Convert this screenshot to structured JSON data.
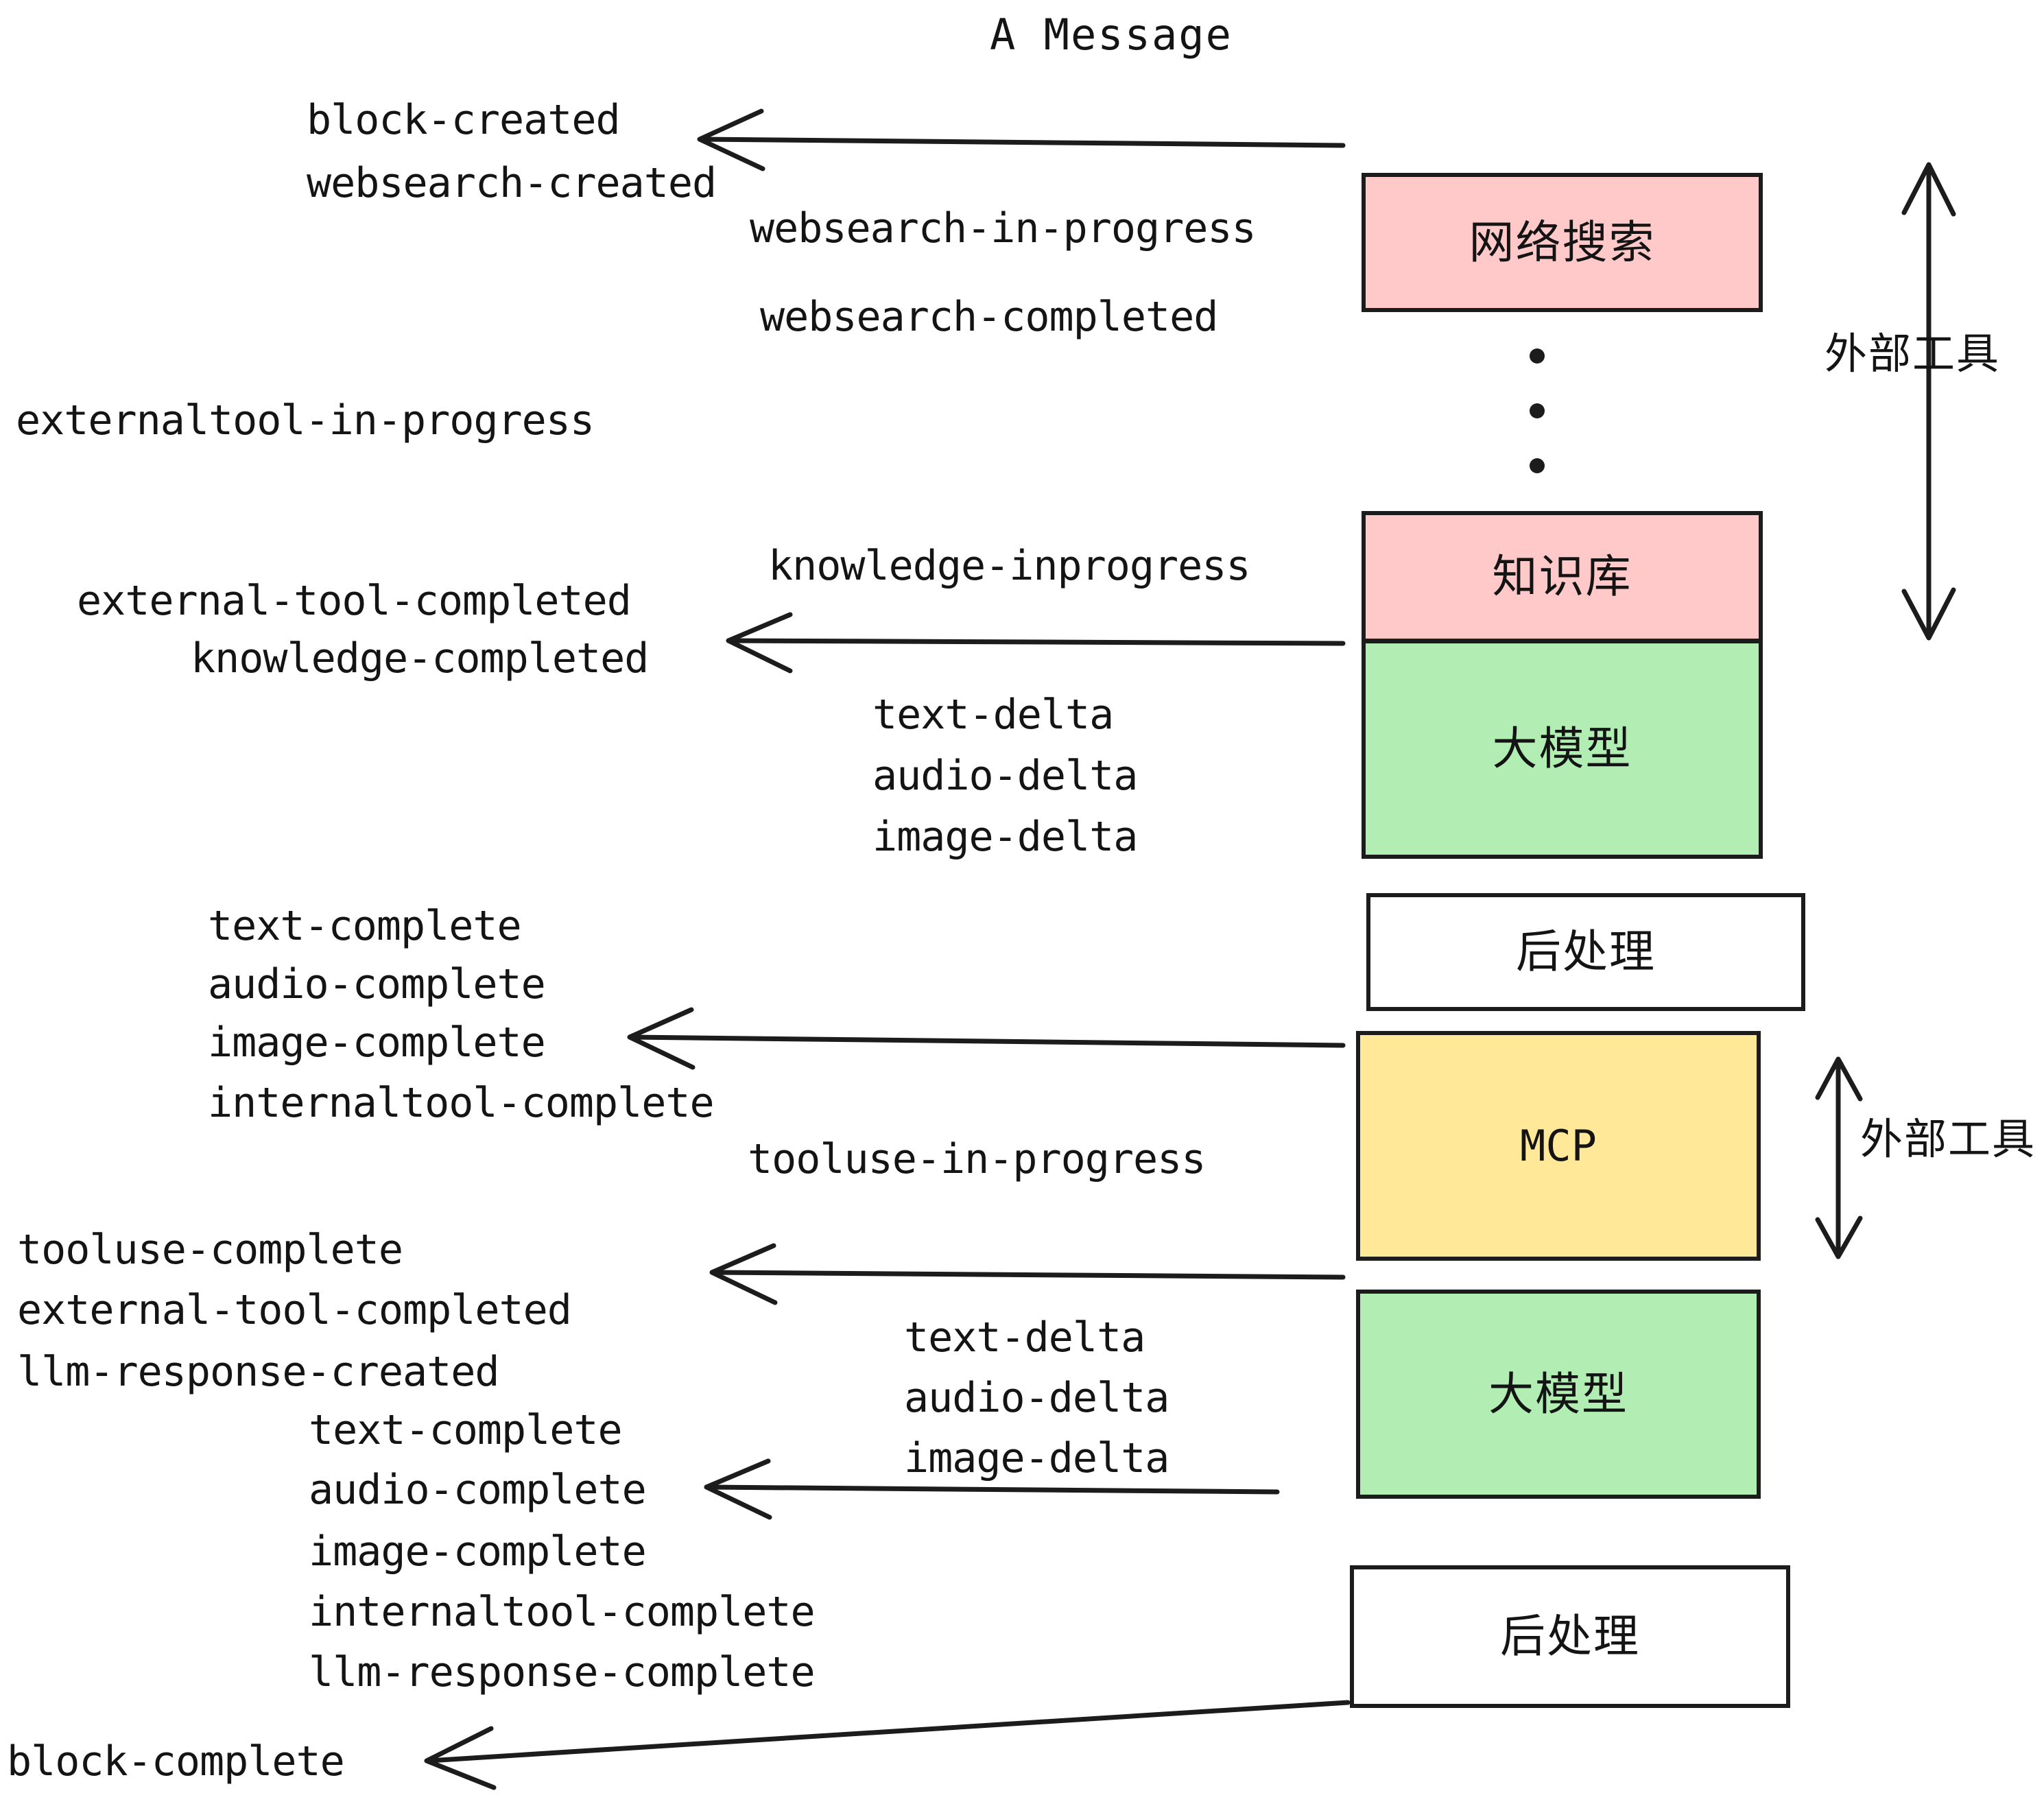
{
  "diagram": {
    "title": "A Message",
    "colors": {
      "pink": "#FFC9C9",
      "green": "#B2EEB4",
      "yellow": "#FFE998",
      "white": "#FFFFFF",
      "stroke": "#1C1C1C",
      "text": "#141414",
      "background": "#FFFFFF"
    },
    "boxes": [
      {
        "id": "websearch",
        "label": "网络搜索",
        "fill": "#FFC9C9"
      },
      {
        "id": "knowledge",
        "label": "知识库",
        "fill": "#FFC9C9"
      },
      {
        "id": "llm-1",
        "label": "大模型",
        "fill": "#B2EEB4"
      },
      {
        "id": "postprocess-1",
        "label": "后处理",
        "fill": "#FFFFFF"
      },
      {
        "id": "mcp",
        "label": "MCP",
        "fill": "#FFE998"
      },
      {
        "id": "llm-2",
        "label": "大模型",
        "fill": "#B2EEB4"
      },
      {
        "id": "postprocess-2",
        "label": "后处理",
        "fill": "#FFFFFF"
      }
    ],
    "side_labels": [
      {
        "id": "external-tools-top",
        "label": "外部工具"
      },
      {
        "id": "external-tools-bottom",
        "label": "外部工具"
      }
    ],
    "events": [
      {
        "id": "block-created",
        "label": "block-created"
      },
      {
        "id": "websearch-created",
        "label": "websearch-created"
      },
      {
        "id": "websearch-in-progress",
        "label": "websearch-in-progress"
      },
      {
        "id": "websearch-completed",
        "label": "websearch-completed"
      },
      {
        "id": "externaltool-in-progress",
        "label": "externaltool-in-progress"
      },
      {
        "id": "knowledge-inprogress",
        "label": "knowledge-inprogress"
      },
      {
        "id": "external-tool-completed-1",
        "label": "external-tool-completed"
      },
      {
        "id": "knowledge-completed",
        "label": "knowledge-completed"
      },
      {
        "id": "text-delta-1",
        "label": "text-delta"
      },
      {
        "id": "audio-delta-1",
        "label": "audio-delta"
      },
      {
        "id": "image-delta-1",
        "label": "image-delta"
      },
      {
        "id": "text-complete-1",
        "label": "text-complete"
      },
      {
        "id": "audio-complete-1",
        "label": "audio-complete"
      },
      {
        "id": "image-complete-1",
        "label": "image-complete"
      },
      {
        "id": "internaltool-complete-1",
        "label": "internaltool-complete"
      },
      {
        "id": "tooluse-in-progress",
        "label": "tooluse-in-progress"
      },
      {
        "id": "tooluse-complete",
        "label": "tooluse-complete"
      },
      {
        "id": "external-tool-completed-2",
        "label": "external-tool-completed"
      },
      {
        "id": "llm-response-created",
        "label": "llm-response-created"
      },
      {
        "id": "text-delta-2",
        "label": "text-delta"
      },
      {
        "id": "audio-delta-2",
        "label": "audio-delta"
      },
      {
        "id": "image-delta-2",
        "label": "image-delta"
      },
      {
        "id": "text-complete-2",
        "label": "text-complete"
      },
      {
        "id": "audio-complete-2",
        "label": "audio-complete"
      },
      {
        "id": "image-complete-2",
        "label": "image-complete"
      },
      {
        "id": "internaltool-complete-2",
        "label": "internaltool-complete"
      },
      {
        "id": "llm-response-complete",
        "label": "llm-response-complete"
      },
      {
        "id": "block-complete",
        "label": "block-complete"
      }
    ]
  }
}
